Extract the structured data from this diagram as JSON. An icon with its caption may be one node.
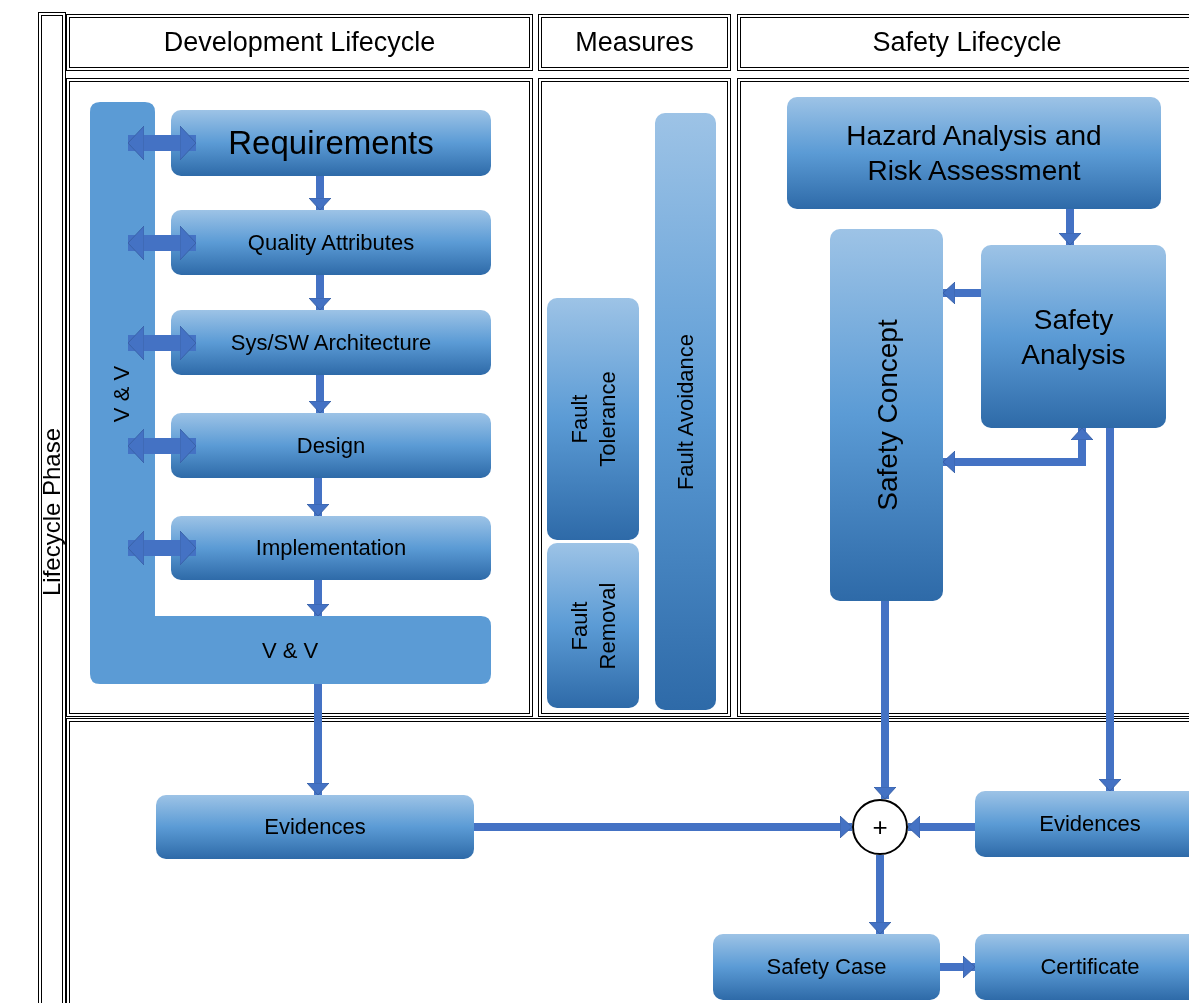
{
  "diagram": {
    "nodes": [
      {
        "text": [
          "Lifecycle Phase"
        ]
      },
      {
        "text": [
          "Development Lifecycle"
        ]
      },
      {
        "text": [
          "Measures"
        ]
      },
      {
        "text": [
          "Safety Lifecycle"
        ]
      },
      {
        "text": [],
        "shape": "box"
      },
      {
        "text": [
          "V & V",
          "V & V"
        ],
        "in": 4
      },
      {
        "text": [
          "Requirements"
        ],
        "in": 4
      },
      {
        "text": [
          "Quality Attributes"
        ],
        "in": 4
      },
      {
        "text": [
          "Sys/SW Architecture"
        ],
        "in": 4
      },
      {
        "text": [
          "Design"
        ],
        "in": 4
      },
      {
        "text": [
          "Implementation"
        ],
        "in": 4
      },
      {
        "text": [],
        "shape": "box"
      },
      {
        "text": [
          "Fault Tolerance"
        ],
        "in": 11
      },
      {
        "text": [
          "Fault Removal"
        ],
        "in": 11
      },
      {
        "text": [
          "Fault Avoidance"
        ],
        "in": 11
      },
      {
        "text": [],
        "shape": "box"
      },
      {
        "text": [
          "Hazard Analysis and Risk Assessment"
        ],
        "in": 15
      },
      {
        "text": [
          "Safety Concept"
        ],
        "in": 15
      },
      {
        "text": [
          "Safety Analysis"
        ],
        "in": 15
      },
      {
        "text": [],
        "shape": "box"
      },
      {
        "text": [
          "Evidences"
        ],
        "in": 19
      },
      {
        "text": [
          "+"
        ],
        "in": 19
      },
      {
        "text": [
          "Evidences"
        ],
        "in": 19
      },
      {
        "text": [
          "Safety Case"
        ],
        "in": 19
      },
      {
        "text": [
          "Certificate"
        ],
        "in": 19
      }
    ],
    "edges": [
      {
        "from": 5,
        "to": 6,
        "arrow": "both",
        "style": "thick"
      },
      {
        "from": 5,
        "to": 7,
        "arrow": "both",
        "style": "thick"
      },
      {
        "from": 5,
        "to": 8,
        "arrow": "both",
        "style": "thick"
      },
      {
        "from": 5,
        "to": 9,
        "arrow": "both",
        "style": "thick"
      },
      {
        "from": 5,
        "to": 10,
        "arrow": "both",
        "style": "thick"
      },
      {
        "from": 6,
        "to": 7,
        "arrow": "to"
      },
      {
        "from": 7,
        "to": 8,
        "arrow": "to"
      },
      {
        "from": 8,
        "to": 9,
        "arrow": "to"
      },
      {
        "from": 9,
        "to": 10,
        "arrow": "to"
      },
      {
        "from": 10,
        "to": 5,
        "arrow": "to"
      },
      {
        "from": 5,
        "to": 20,
        "arrow": "to"
      },
      {
        "from": 16,
        "to": 18,
        "arrow": "to"
      },
      {
        "from": 18,
        "to": 17,
        "arrow": "to"
      },
      {
        "from": 17,
        "to": 18,
        "arrow": "both"
      },
      {
        "from": 17,
        "to": 21,
        "arrow": "to"
      },
      {
        "from": 18,
        "to": 22,
        "arrow": "to"
      },
      {
        "from": 20,
        "to": 21,
        "arrow": "to"
      },
      {
        "from": 22,
        "to": 21,
        "arrow": "to"
      },
      {
        "from": 21,
        "to": 23,
        "arrow": "to"
      },
      {
        "from": 23,
        "to": 24,
        "arrow": "to"
      }
    ]
  }
}
